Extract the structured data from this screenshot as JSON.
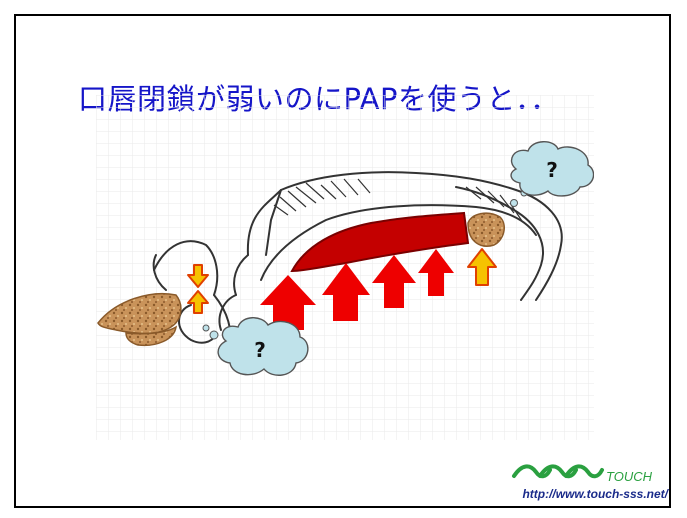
{
  "slide": {
    "title": "口唇閉鎖が弱いのにPAPを使うと．．",
    "title_color": "#1515c8",
    "bubble_left_text": "?",
    "bubble_right_text": "?",
    "logo_text": "TOUCH",
    "logo_color": "#2aa040",
    "url": "http://www.touch-sss.net/",
    "url_color": "#1a2b8a"
  }
}
